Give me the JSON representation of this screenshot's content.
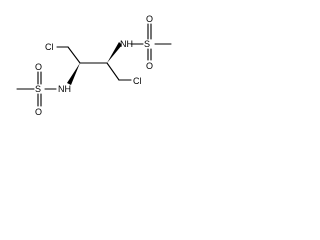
{
  "molecule": {
    "atoms": {
      "cl_top": "Cl",
      "cl_bottom": "Cl",
      "nh_top": "NH",
      "nh_bottom": "NH",
      "s_top": "S",
      "s_bottom": "S",
      "o_top_up": "O",
      "o_top_down": "O",
      "o_bottom_up": "O",
      "o_bottom_down": "O"
    },
    "colors": {
      "bond": "#000000",
      "label": "#000000",
      "background": "#ffffff"
    }
  }
}
